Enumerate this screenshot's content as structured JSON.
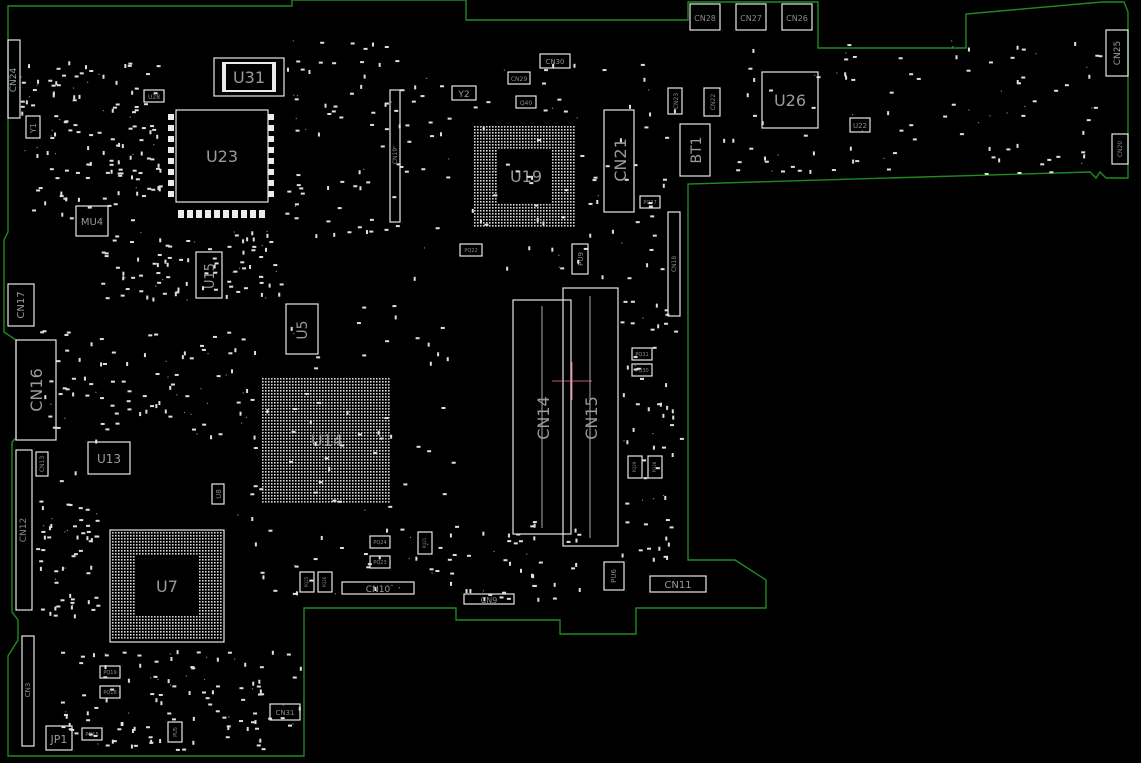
{
  "colors": {
    "background": "#000000",
    "board_edge": "#1f8a1f",
    "silkscreen": "#e6e6e6",
    "label": "#9a9a9a",
    "cursor": "#ff6b9a"
  },
  "components": {
    "u31": "U31",
    "u23": "U23",
    "mu4": "MU4",
    "u15": "U15",
    "u5": "U5",
    "u14": "U14",
    "u13": "U13",
    "u7": "U7",
    "u19": "U19",
    "u26": "U26",
    "u22": "U22",
    "u8": "U8",
    "u28": "U28",
    "y2": "Y2",
    "y1": "Y1",
    "q40": "Q40",
    "pu9": "PU9",
    "pu6": "PU6",
    "pu5": "PU5",
    "bt1": "BT1",
    "jp1": "JP1"
  },
  "connectors": {
    "cn24": "CN24",
    "cn28": "CN28",
    "cn27": "CN27",
    "cn26": "CN26",
    "cn25": "CN25",
    "cn30": "CN30",
    "cn29": "CN29",
    "cn23": "CN23",
    "cn22": "CN22",
    "cn21": "CN21",
    "cn20": "CN20",
    "cn19": "CN19",
    "cn18": "CN18",
    "cn17": "CN17",
    "cn16": "CN16",
    "cn14": "CN14",
    "cn15": "CN15",
    "cn13": "CN13",
    "cn12": "CN12",
    "cn11": "CN11",
    "cn10": "CN10",
    "cn9": "CN9",
    "cn31": "CN31",
    "cn3": "CN3"
  },
  "small_parts": {
    "pq37": "PQ37",
    "pq22": "PQ22",
    "pq31": "PQ31",
    "pq30": "PQ30",
    "pq24": "PQ24",
    "pq23": "PQ23",
    "pq21": "PQ21",
    "pq19": "PQ19",
    "pq18": "PQ18",
    "pq15": "PQ15",
    "pq29": "PQ29",
    "pq28": "PQ28",
    "pq25": "PQ25",
    "pq26": "PQ26"
  }
}
